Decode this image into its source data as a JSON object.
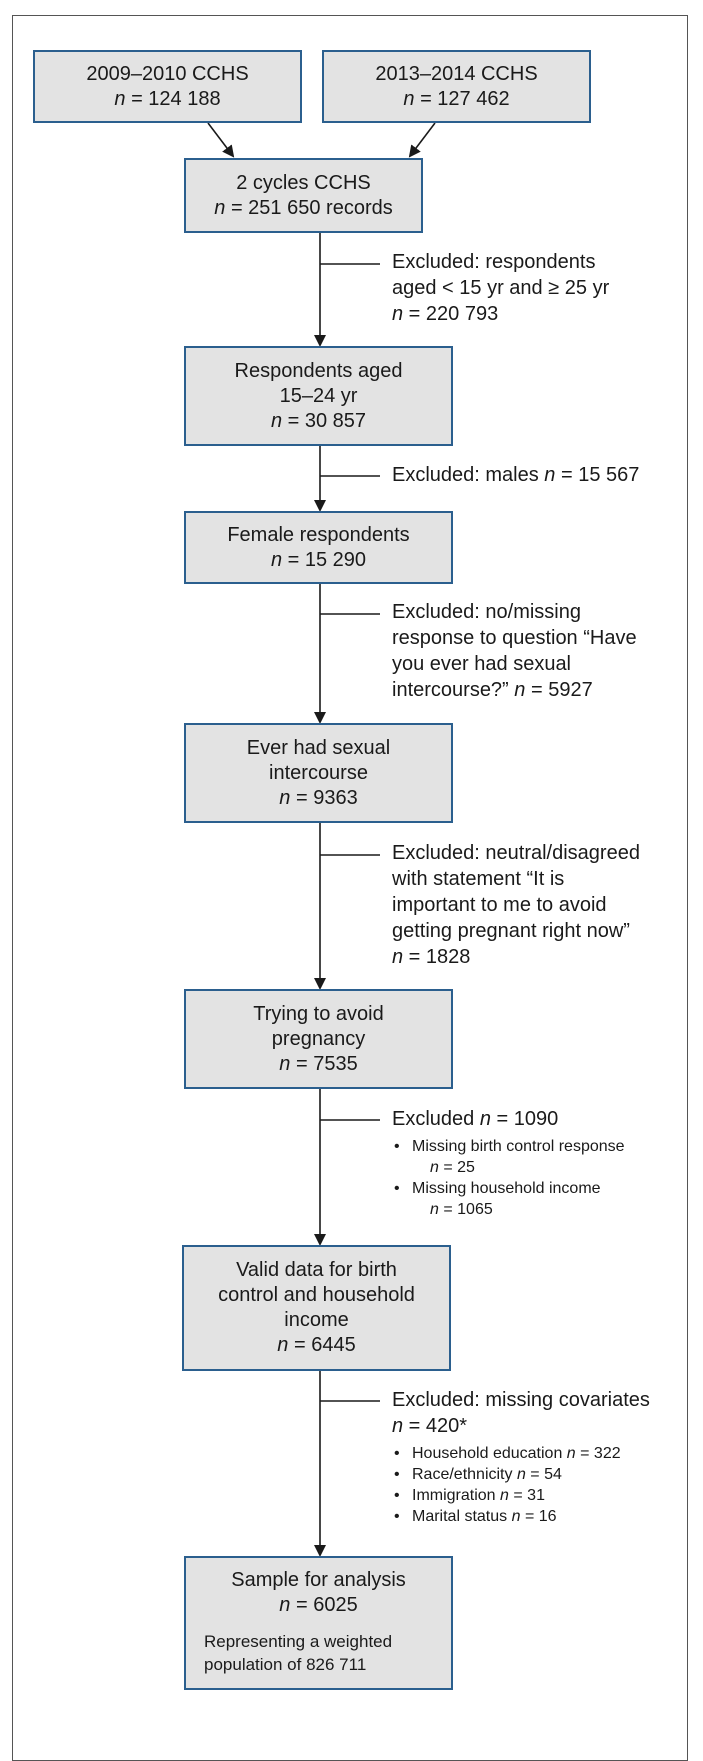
{
  "boxes": {
    "cchs_2009": {
      "title": "2009–2010 CCHS",
      "n_label": "n",
      "n_value": " = 124 188"
    },
    "cchs_2013": {
      "title": "2013–2014 CCHS",
      "n_label": "n",
      "n_value": " = 127 462"
    },
    "two_cycles": {
      "title": "2 cycles CCHS",
      "n_label": "n",
      "n_value": " = 251 650 records"
    },
    "aged": {
      "line1": "Respondents aged",
      "line2": "15–24 yr",
      "n_label": "n",
      "n_value": " = 30 857"
    },
    "female": {
      "title": "Female respondents",
      "n_label": "n",
      "n_value": " = 15 290"
    },
    "ever_sex": {
      "line1": "Ever had sexual",
      "line2": "intercourse",
      "n_label": "n",
      "n_value": " = 9363"
    },
    "avoid": {
      "line1": "Trying to avoid",
      "line2": "pregnancy",
      "n_label": "n",
      "n_value": " = 7535"
    },
    "valid": {
      "line1": "Valid data for birth",
      "line2": "control and household",
      "line3": "income",
      "n_label": "n",
      "n_value": " = 6445"
    },
    "sample": {
      "title": "Sample for analysis",
      "n_label": "n",
      "n_value": " = 6025",
      "note1": "Representing a weighted",
      "note2": "population of 826 711"
    }
  },
  "exclusions": {
    "age": {
      "line1": "Excluded: respondents",
      "line2": "aged < 15 yr and ≥ 25 yr",
      "n_label": "n",
      "n_value": " = 220 793"
    },
    "males": {
      "text": "Excluded: males ",
      "n_label": "n",
      "n_value": " = 15 567"
    },
    "sex_q": {
      "line1": "Excluded: no/missing",
      "line2": "response to question “Have",
      "line3": "you ever had sexual",
      "line4": "intercourse?”  ",
      "n_label": "n",
      "n_value": " = 5927"
    },
    "statement": {
      "line1": "Excluded: neutral/disagreed",
      "line2": "with statement “It is",
      "line3": "important to me to avoid",
      "line4": "getting pregnant right now”",
      "n_label": "n",
      "n_value": " = 1828"
    },
    "missing_bc": {
      "text": "Excluded ",
      "n_label": "n",
      "n_value": " = 1090",
      "items": [
        {
          "label": "Missing birth control response",
          "n_label": "n",
          "n_value": " = 25"
        },
        {
          "label": "Missing household income",
          "n_label": "n",
          "n_value": " = 1065"
        }
      ]
    },
    "covariates": {
      "line1": "Excluded: missing covariates",
      "n_label": "n",
      "n_value": " = 420*",
      "items": [
        {
          "label": "Household education  ",
          "n_label": "n",
          "n_value": " = 322"
        },
        {
          "label": "Race/ethnicity  ",
          "n_label": "n",
          "n_value": " = 54"
        },
        {
          "label": "Immigration  ",
          "n_label": "n",
          "n_value": " = 31"
        },
        {
          "label": "Marital status  ",
          "n_label": "n",
          "n_value": " = 16"
        }
      ]
    }
  }
}
